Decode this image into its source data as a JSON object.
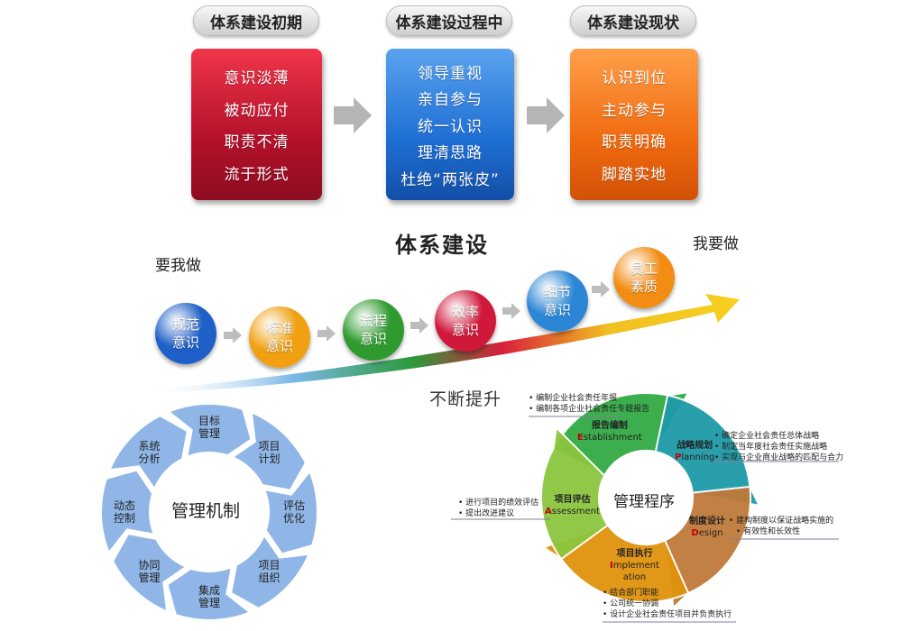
{
  "stages": [
    {
      "title": "体系建设初期",
      "lines": [
        "意识淡薄",
        "被动应付",
        "职责不清",
        "流于形式"
      ]
    },
    {
      "title": "体系建设过程中",
      "lines": [
        "领导重视",
        "亲自参与",
        "统一认识",
        "理清思路",
        "杜绝“两张皮”"
      ]
    },
    {
      "title": "体系建设现状",
      "lines": [
        "认识到位",
        "主动参与",
        "职责明确",
        "脚踏实地"
      ]
    }
  ],
  "middle": {
    "title": "体系建设",
    "left_text": "要我做",
    "right_text": "我要做",
    "bottom_text": "不断提升",
    "balls": [
      {
        "line1": "规范",
        "line2": "意识",
        "color": "#1f5fc8"
      },
      {
        "line1": "标准",
        "line2": "意识",
        "color": "#f0a010"
      },
      {
        "line1": "流程",
        "line2": "意识",
        "color": "#2f9a2f"
      },
      {
        "line1": "效率",
        "line2": "意识",
        "color": "#d0183a"
      },
      {
        "line1": "细节",
        "line2": "意识",
        "color": "#2b86d6"
      },
      {
        "line1": "员工",
        "line2": "素质",
        "color": "#f28c12"
      }
    ]
  },
  "cycle": {
    "center": "管理机制",
    "items": [
      {
        "line1": "目标",
        "line2": "管理"
      },
      {
        "line1": "项目",
        "line2": "计划"
      },
      {
        "line1": "评估",
        "line2": "优化"
      },
      {
        "line1": "项目",
        "line2": "组织"
      },
      {
        "line1": "集成",
        "line2": "管理"
      },
      {
        "line1": "协同",
        "line2": "管理"
      },
      {
        "line1": "动态",
        "line2": "控制"
      },
      {
        "line1": "系统",
        "line2": "分析"
      }
    ],
    "color": "#8fb6e6"
  },
  "procedure": {
    "center": "管理程序",
    "segments": [
      {
        "cn": "报告编制",
        "cap": "E",
        "rest": "stablishment",
        "color": "#33aa44"
      },
      {
        "cn": "战略规划",
        "cap": "P",
        "rest": "lanning",
        "color": "#1e9aa8"
      },
      {
        "cn": "制度设计",
        "cap": "D",
        "rest": "esign",
        "color": "#c07a3a"
      },
      {
        "cn": "项目执行",
        "cap": "I",
        "rest": "mplement",
        "rest2": "ation",
        "color": "#e0920c"
      },
      {
        "cn": "项目评估",
        "cap": "A",
        "rest": "ssessment",
        "color": "#8cc63e"
      }
    ],
    "notes": {
      "establishment": [
        "编制企业社会责任年报",
        "编制各项企业社会责任专题报告"
      ],
      "planning": [
        "确定企业社会责任总体战略",
        "制定当年度社会责任实施战略",
        "实现与企业商业战略的匹配与合力"
      ],
      "design": [
        "建构制度以保证战略实施的",
        "有效性和长效性"
      ],
      "implementation": [
        "结合部门职能",
        "公司统一协调",
        "设计企业社会责任项目并负责执行"
      ],
      "assessment": [
        "进行项目的绩效评估",
        "提出改进建议"
      ]
    }
  }
}
